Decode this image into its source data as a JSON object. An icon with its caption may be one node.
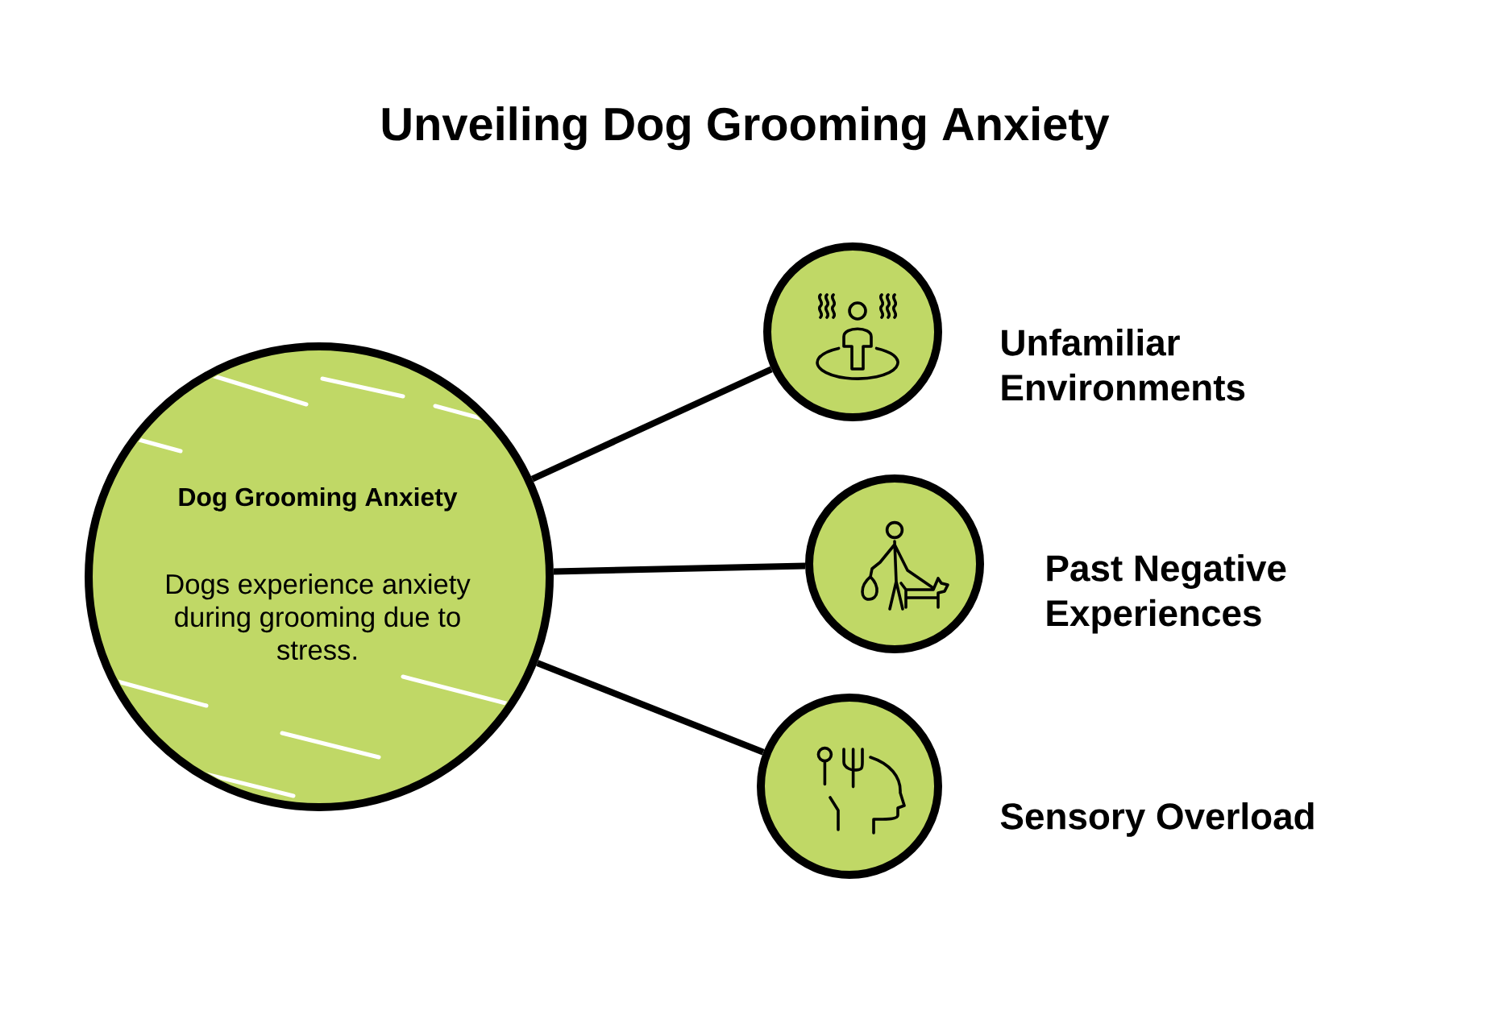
{
  "diagram": {
    "title": "Unveiling Dog Grooming Anxiety",
    "nodes": [
      {
        "text": [
          "Dog Grooming Anxiety",
          "Dogs experience anxiety during grooming due to stress."
        ]
      },
      {
        "text": [],
        "shape": "circle",
        "beside": [
          "Unfamiliar Environments"
        ]
      },
      {
        "text": [],
        "shape": "circle",
        "beside": [
          "Past Negative Experiences"
        ]
      },
      {
        "text": [],
        "shape": "circle",
        "beside": [
          "Sensory Overload"
        ]
      }
    ],
    "edges": [
      {
        "from": 0,
        "to": 1,
        "arrow": "none"
      },
      {
        "from": 0,
        "to": 2,
        "arrow": "none"
      },
      {
        "from": 0,
        "to": 3,
        "arrow": "none"
      }
    ]
  }
}
